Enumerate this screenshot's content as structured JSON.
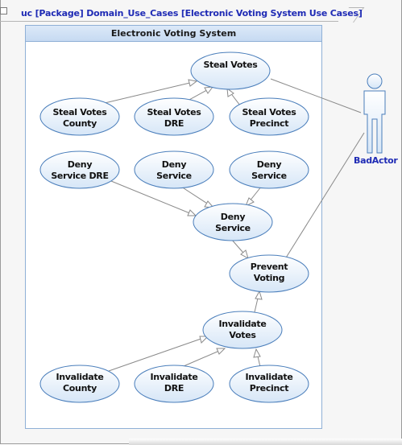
{
  "frame": {
    "title": "uc [Package] Domain_Use_Cases [Electronic Voting System Use Cases]"
  },
  "system": {
    "name": "Electronic Voting System"
  },
  "use_cases": {
    "steal_votes": "Steal Votes",
    "steal_votes_county": [
      "Steal Votes",
      "County"
    ],
    "steal_votes_dre": [
      "Steal Votes",
      "DRE"
    ],
    "steal_votes_precinct": [
      "Steal Votes",
      "Precinct"
    ],
    "deny_service_dre": [
      "Deny",
      "Service DRE"
    ],
    "deny_service_a": [
      "Deny",
      "Service"
    ],
    "deny_service_b": [
      "Deny",
      "Service"
    ],
    "deny_service": [
      "Deny",
      "Service"
    ],
    "prevent_voting": [
      "Prevent",
      "Voting"
    ],
    "invalidate_votes": [
      "Invalidate",
      "Votes"
    ],
    "invalidate_county": [
      "Invalidate",
      "County"
    ],
    "invalidate_dre": [
      "Invalidate",
      "DRE"
    ],
    "invalidate_precinct": [
      "Invalidate",
      "Precinct"
    ]
  },
  "actor": {
    "name": "BadActor"
  },
  "colors": {
    "ellipse_fill_top": "#ffffff",
    "ellipse_fill_bottom": "#d6e6f7",
    "ellipse_stroke": "#4a7ebb",
    "line": "#8a8a8a",
    "actor_name": "#1f2bb5"
  }
}
